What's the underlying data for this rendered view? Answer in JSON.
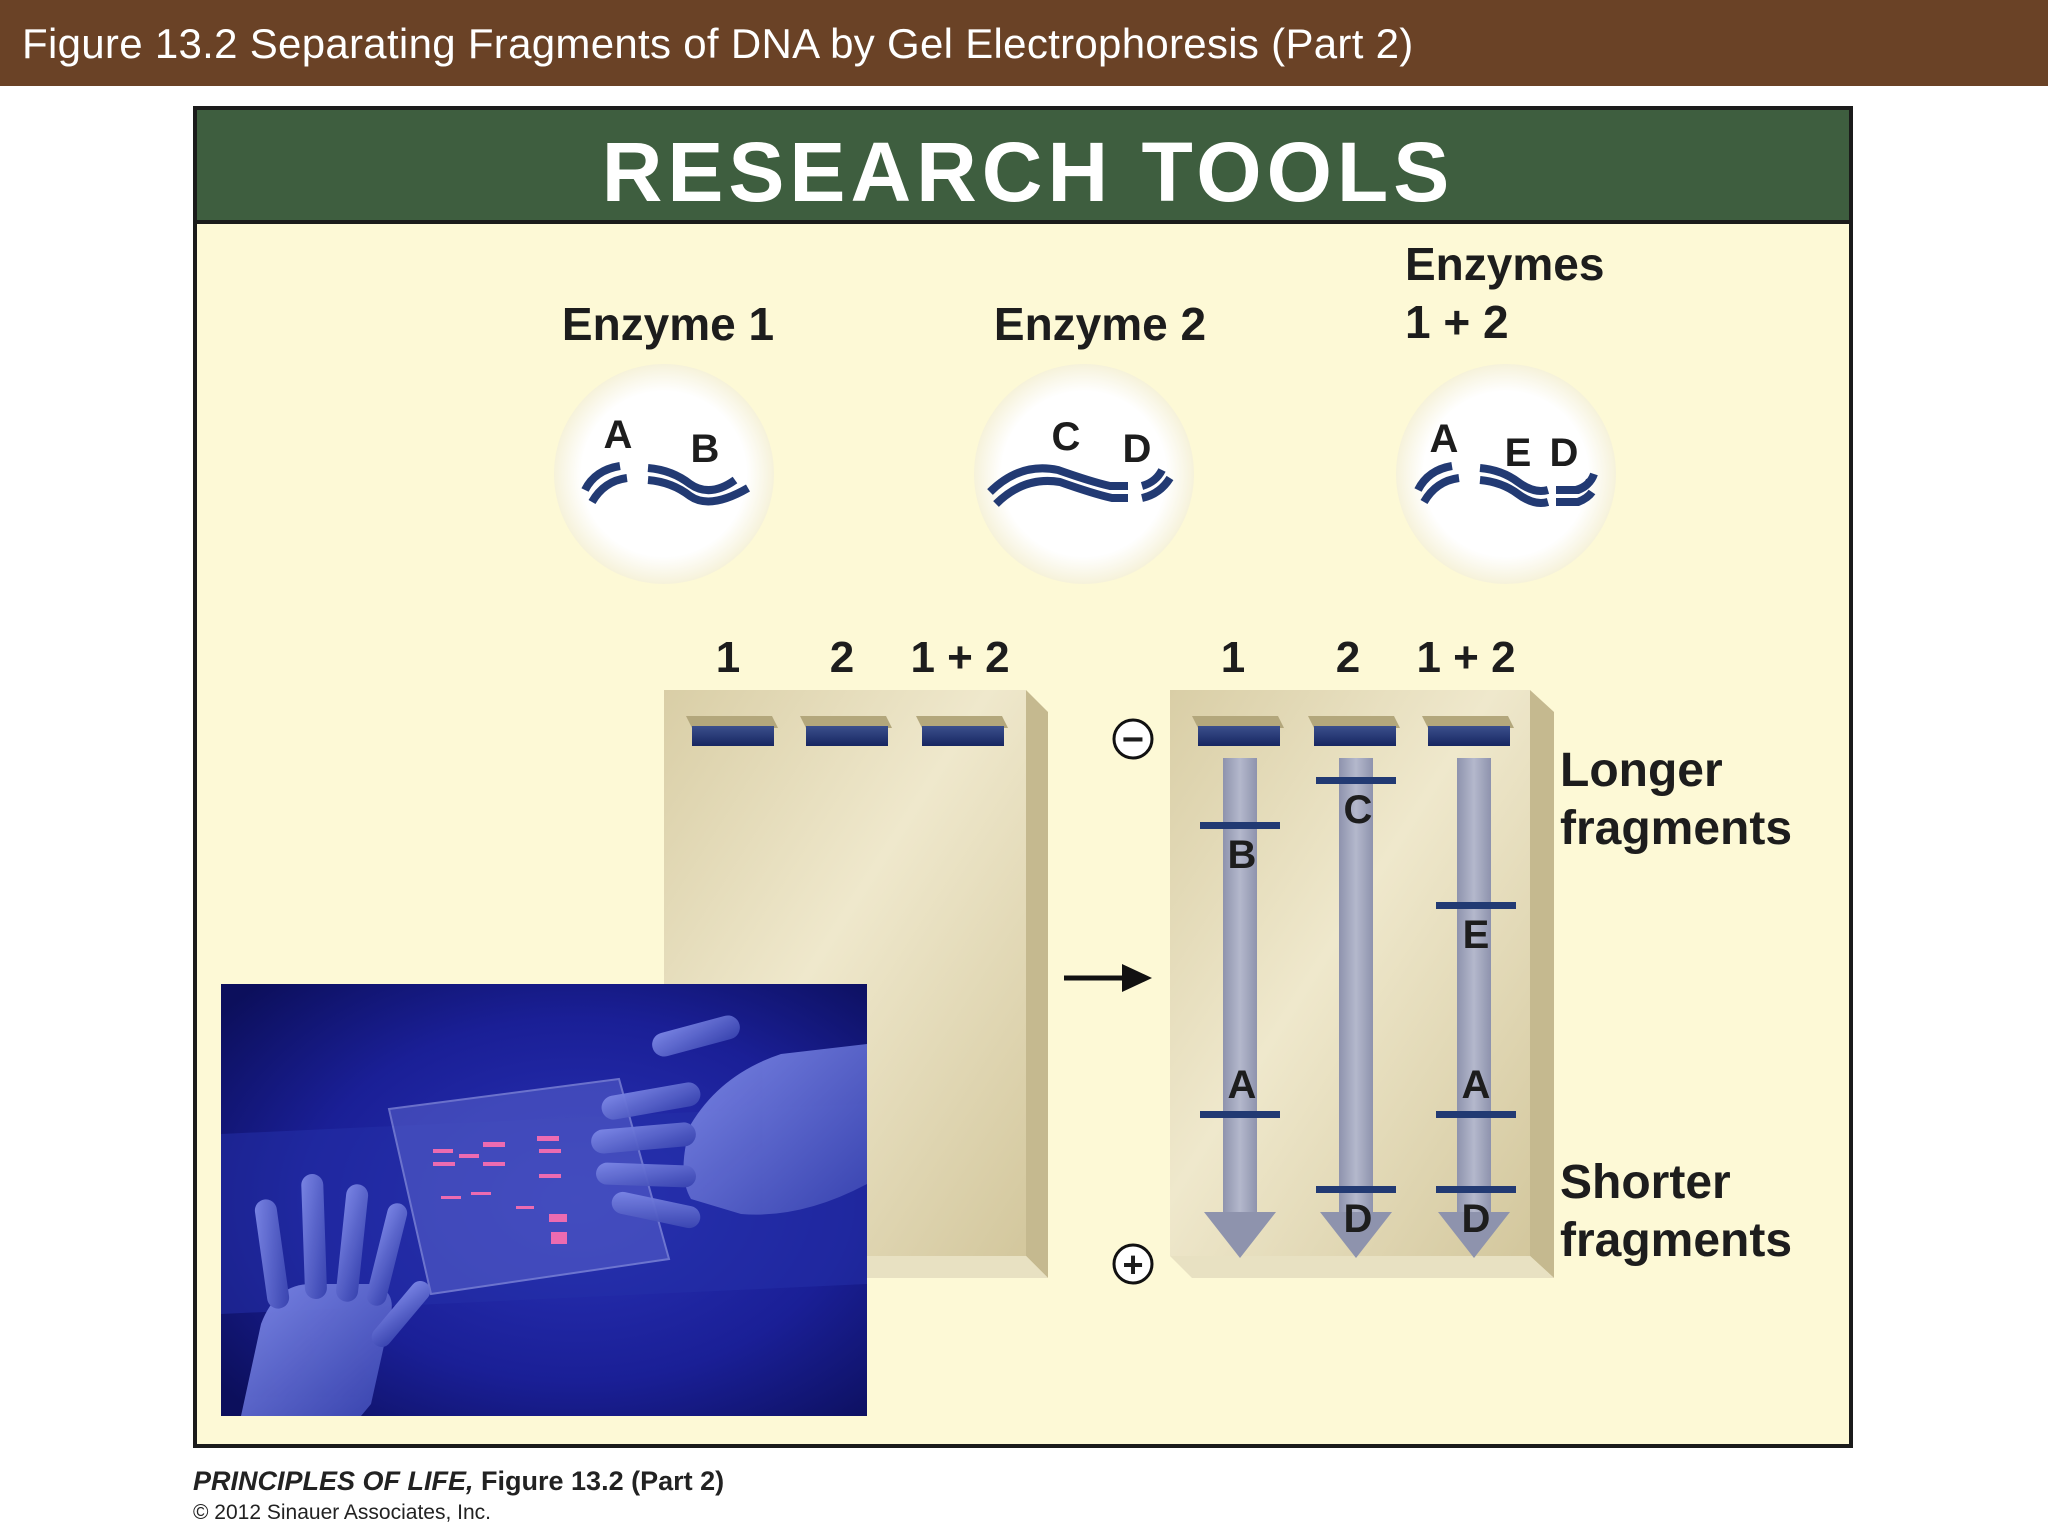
{
  "slide_title": "Figure 13.2  Separating Fragments of DNA by Gel Electrophoresis (Part 2)",
  "panel": {
    "header": "RESEARCH TOOLS",
    "enzymes": [
      {
        "label": "Enzyme 1",
        "fragments": [
          "A",
          "B"
        ]
      },
      {
        "label": "Enzyme 2",
        "fragments": [
          "C",
          "D"
        ]
      },
      {
        "label_line1": "Enzymes",
        "label_line2": "1 + 2",
        "fragments": [
          "A",
          "E",
          "D"
        ]
      }
    ],
    "gel_before": {
      "lanes": [
        "1",
        "2",
        "1 + 2"
      ]
    },
    "gel_after": {
      "lanes": [
        "1",
        "2",
        "1 + 2"
      ],
      "negative_symbol": "−",
      "positive_symbol": "+",
      "bands": {
        "lane_1": [
          "B",
          "A"
        ],
        "lane_2": [
          "C",
          "D"
        ],
        "lane_1_2": [
          "E",
          "A",
          "D"
        ]
      }
    },
    "longer_line1": "Longer",
    "longer_line2": "fragments",
    "shorter_line1": "Shorter",
    "shorter_line2": "fragments",
    "colors": {
      "dna": "#223a73",
      "gel": "#ddd3ae",
      "well": "#1e2f6e",
      "header": "#3e5e3f",
      "title_bar": "#6a4226"
    }
  },
  "credit": {
    "book": "PRINCIPLES OF LIFE,",
    "figure": " Figure 13.2 (Part 2)",
    "copyright": "© 2012 Sinauer Associates, Inc."
  }
}
